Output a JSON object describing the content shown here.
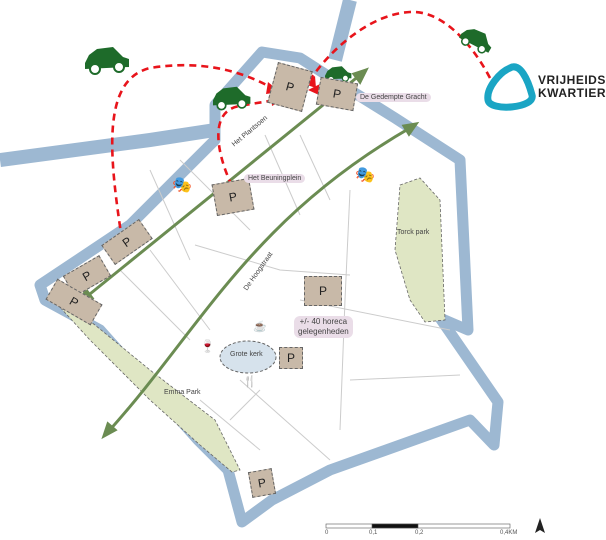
{
  "labels": {
    "gedempte_gracht": "De Gedempte Gracht",
    "beuningplein": "Het Beuningplein",
    "plantsoen": "Het Plantsoen",
    "hoogstraat": "De Hoogstraat",
    "torck_park": "Torck park",
    "emma_park": "Emma Park",
    "grote_kerk": "Grote kerk",
    "horeca_line1": "+/- 40 horeca",
    "horeca_line2": "gelegenheden"
  },
  "parking_symbol": "P",
  "logo": {
    "line1": "VRIJHEIDS",
    "line2": "KWARTIER"
  },
  "scale": {
    "ticks": [
      "0",
      "0,1",
      "0,2",
      "0,4KM"
    ]
  },
  "colors": {
    "water": "#9db8d2",
    "park": "#dfe6c4",
    "parking": "#c8b9a8",
    "route": "#e8141b",
    "street_arrow": "#6b8c52",
    "car": "#1e6b2a",
    "logo": "#1aa5c4"
  }
}
